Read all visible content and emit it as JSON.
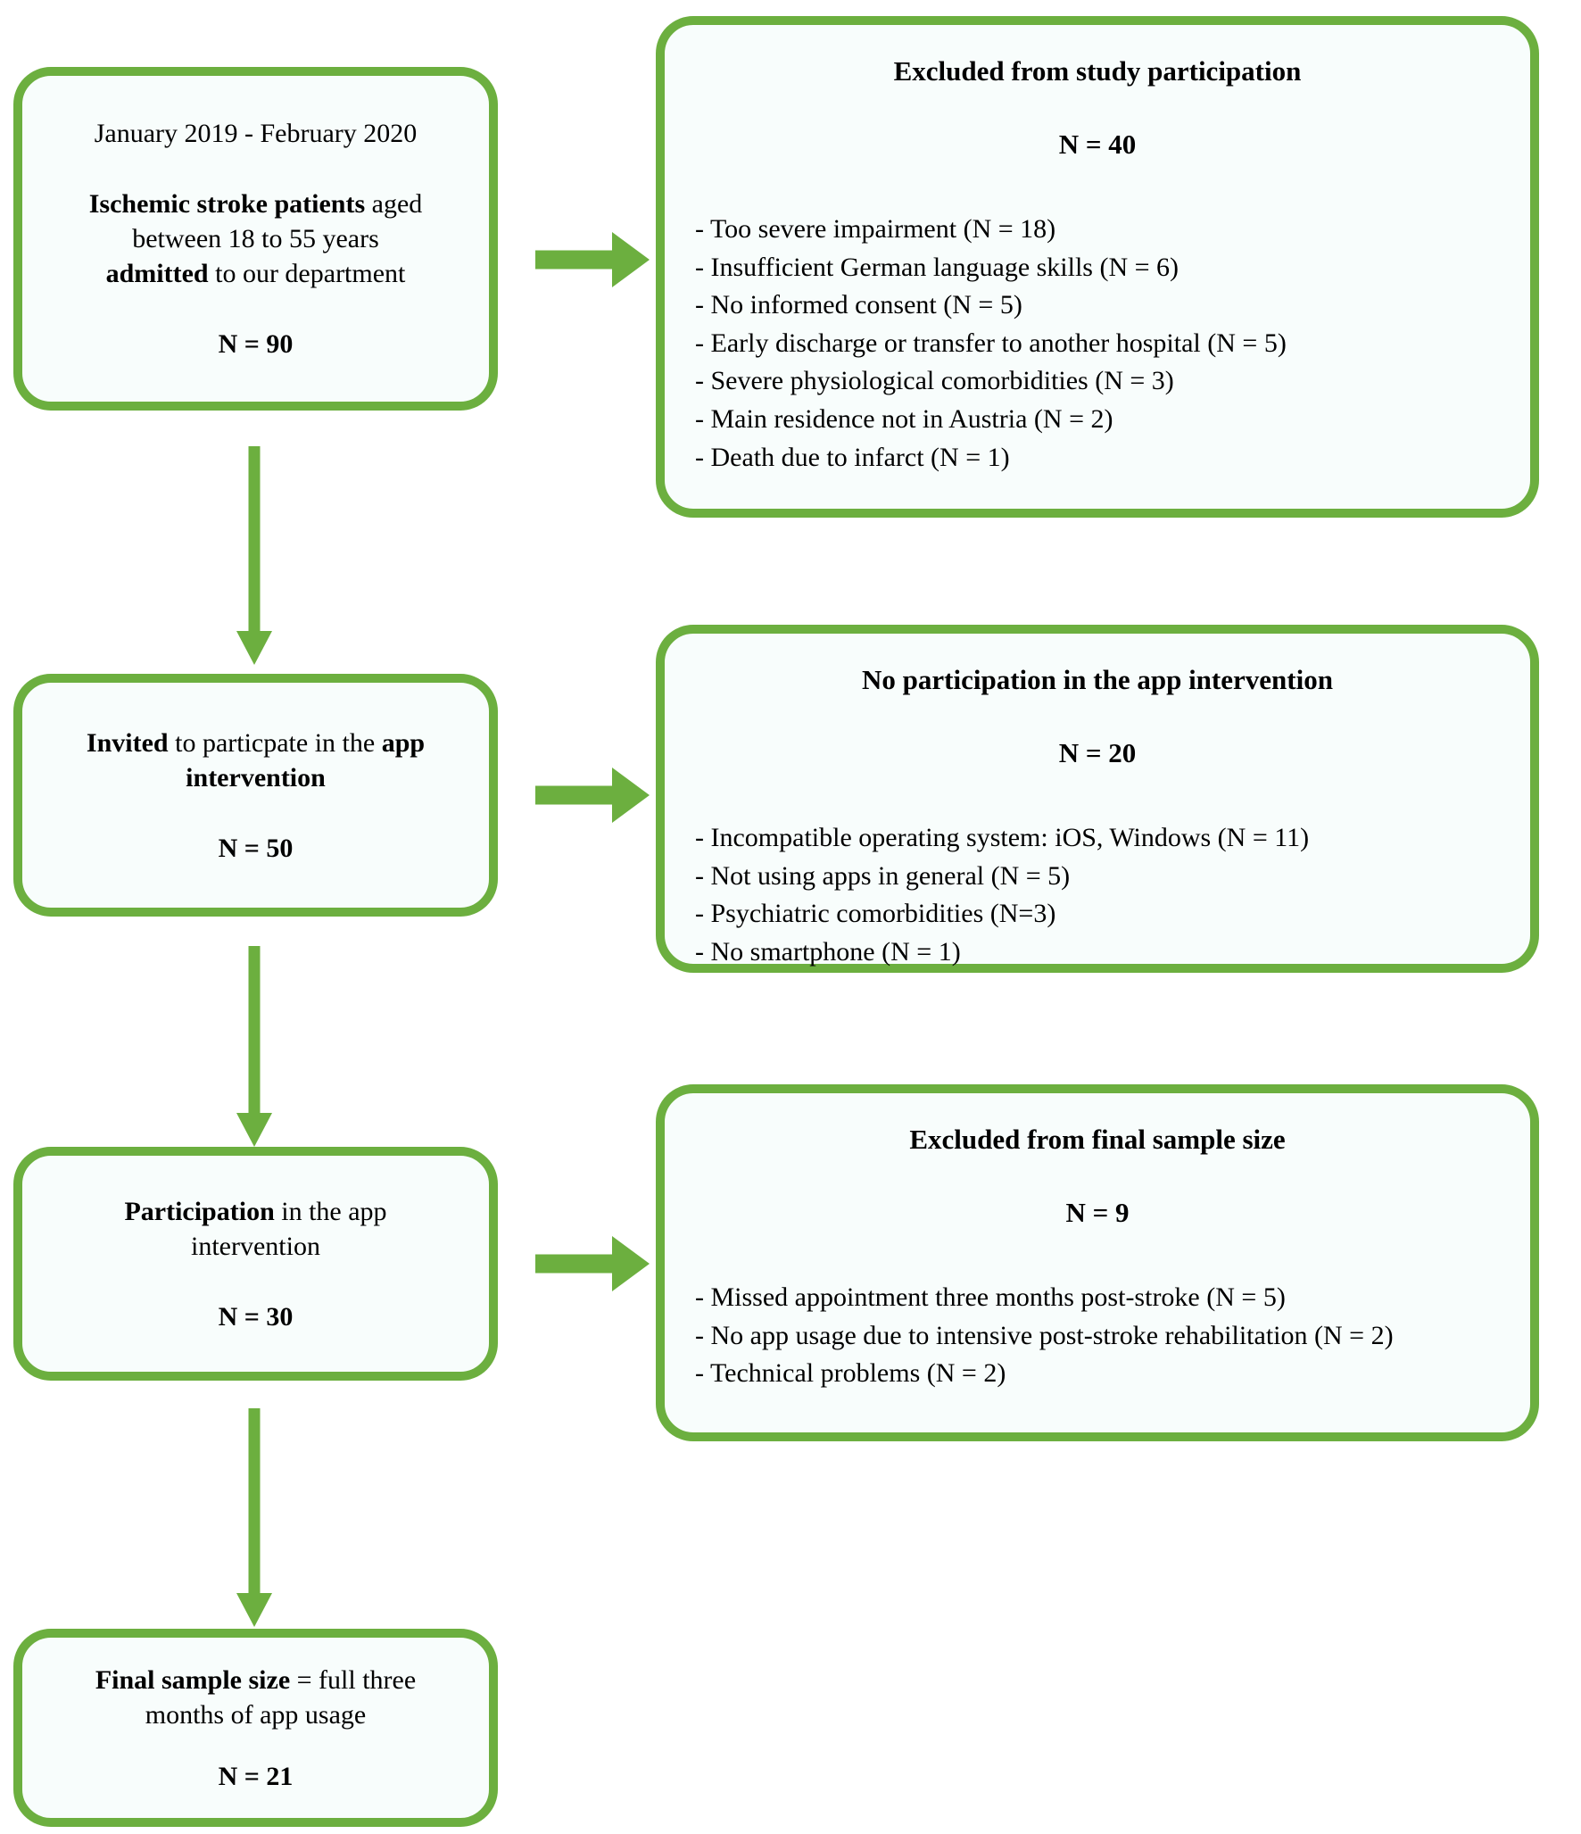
{
  "diagram": {
    "title": "Study participant flow diagram",
    "accent_color": "#6CAF3F",
    "box_fill_color": "#F8FDFC",
    "text_color": "#000000"
  },
  "nodes": {
    "enrollment": {
      "period": "January 2019 - February 2020",
      "desc_bold_1": "Ischemic stroke patients",
      "desc_rest_1": " aged",
      "desc_line_2": "between 18 to 55 years",
      "desc_bold_3": "admitted",
      "desc_rest_3": " to our department",
      "n": "N = 90"
    },
    "invited": {
      "line1_bold_a": "Invited",
      "line1_rest_a": " to particpate  in the ",
      "line1_bold_b": "app",
      "line2": "intervention",
      "n": "N = 50"
    },
    "participation": {
      "line1_bold": "Participation",
      "line1_rest": "  in the app",
      "line2": "intervention",
      "n": "N = 30"
    },
    "final_sample": {
      "line1_bold": "Final  sample  size",
      "line1_rest": " = full  three",
      "line2": "months  of app usage",
      "n": "N = 21"
    },
    "excluded_study": {
      "heading": "Excluded  from  study participation",
      "n": "N = 40",
      "items": [
        "- Too severe impairment  (N = 18)",
        "- Insufficient  German  language  skills  (N = 6)",
        "- No informed  consent (N = 5)",
        "- Early  discharge  or transfer  to another hospital  (N = 5)",
        "- Severe  physiological  comorbidities  (N = 3)",
        "- Main  residence  not in Austria (N = 2)",
        "- Death  due to infarct  (N = 1)"
      ]
    },
    "no_participation": {
      "heading": "No participation  in the app intervention",
      "n": "N = 20",
      "items": [
        "- Incompatible  operating system:  iOS, Windows  (N = 11)",
        "- Not using  apps in general  (N = 5)",
        "- Psychiatric  comorbidities  (N=3)",
        "- No smartphone  (N = 1)"
      ]
    },
    "excluded_final": {
      "heading": "Excluded  from  final sample size",
      "n": "N = 9",
      "items": [
        "- Missed appointment  three months  post-stroke (N = 5)",
        "- No app usage due to intensive  post-stroke rehabilitation  (N = 2)",
        "- Technical  problems  (N = 2)"
      ]
    }
  },
  "connectors": {
    "down_1": "arrow-enrollment-to-invited",
    "down_2": "arrow-invited-to-participation",
    "down_3": "arrow-participation-to-final",
    "right_1": "arrow-enrollment-to-excluded-study",
    "right_2": "arrow-invited-to-no-participation",
    "right_3": "arrow-participation-to-excluded-final"
  }
}
